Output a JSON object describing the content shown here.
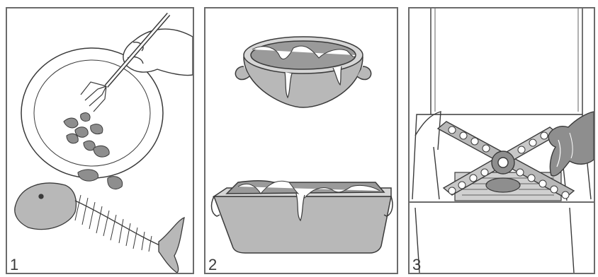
{
  "panels": [
    {
      "number": "1",
      "icon": "plate-scraping-icon"
    },
    {
      "number": "2",
      "icon": "baked-on-cookware-icon"
    },
    {
      "number": "3",
      "icon": "dishwasher-spray-arm-icon"
    }
  ],
  "colors": {
    "ink": "#3a3a3a",
    "shade": "#b8b8b8",
    "dark_shade": "#8e8e8e",
    "frame": "#6b6b6b"
  }
}
